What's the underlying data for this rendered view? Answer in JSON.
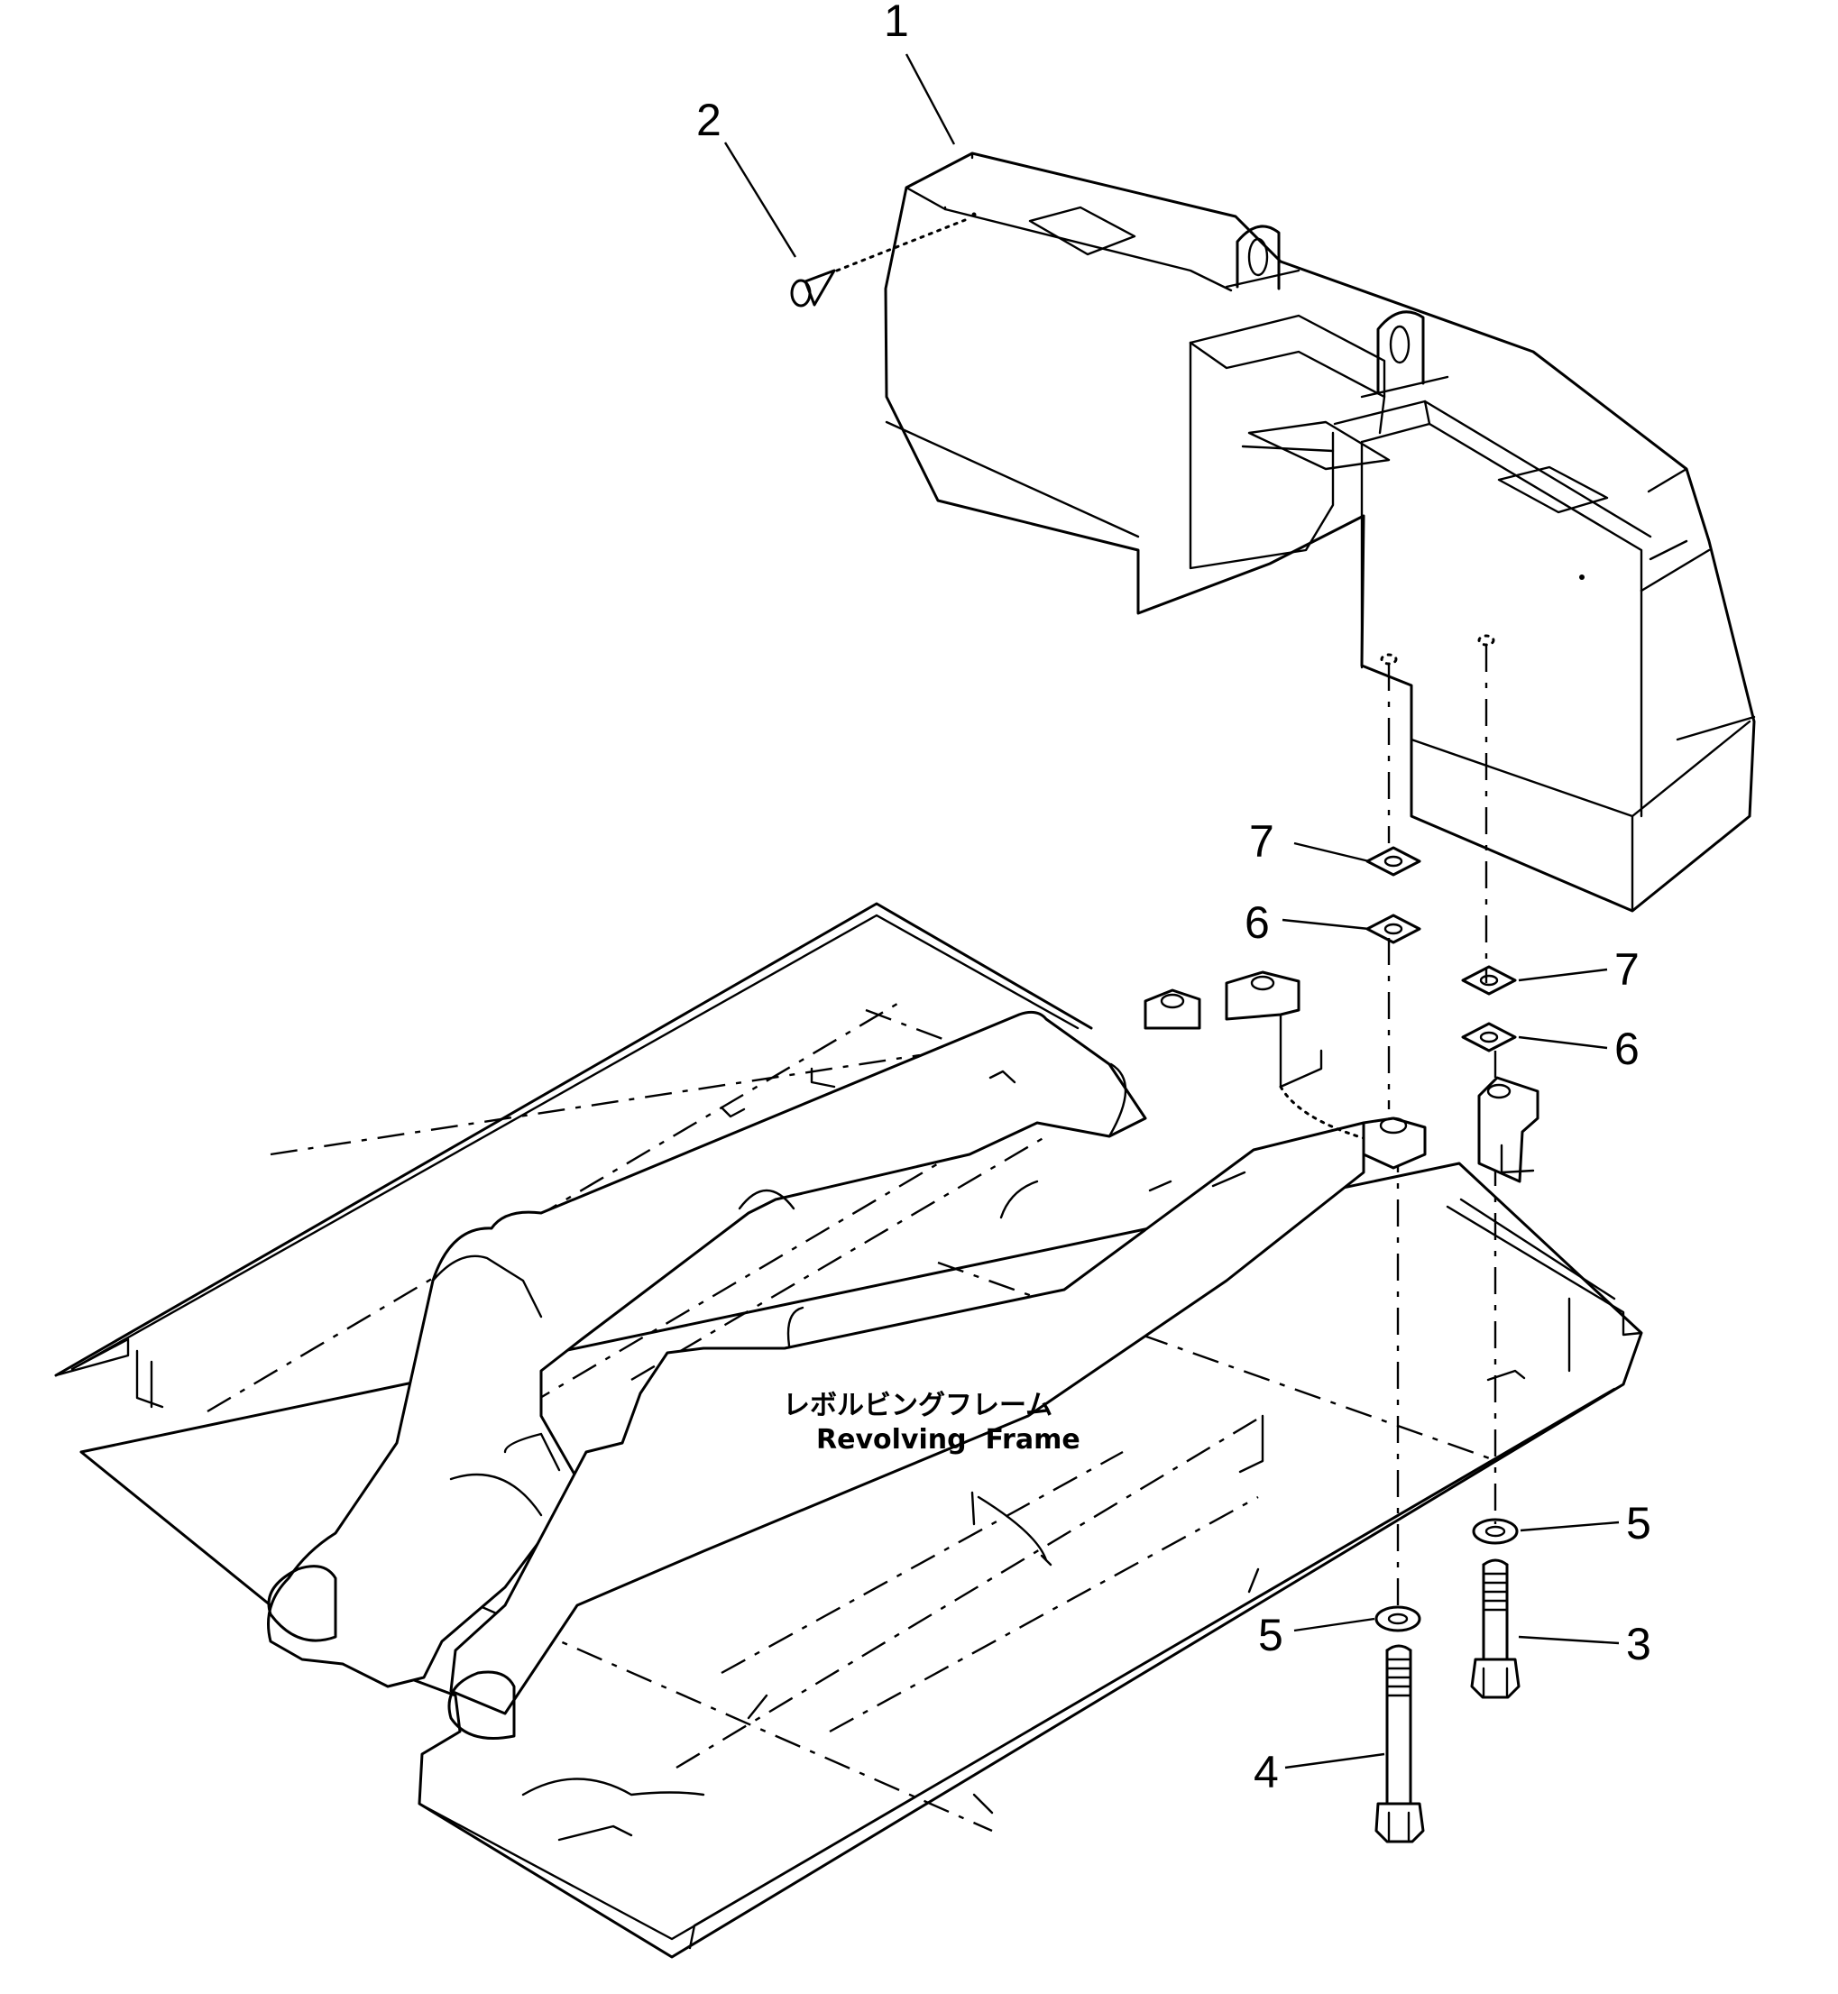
{
  "callouts": {
    "c1": "1",
    "c2": "2",
    "c3": "3",
    "c4": "4",
    "c5a": "5",
    "c5b": "5",
    "c6a": "6",
    "c6b": "6",
    "c7a": "7",
    "c7b": "7"
  },
  "frame_label": {
    "jp": "レボルビングフレーム",
    "en": "Revolving  Frame"
  },
  "parts": {
    "counterweight": "counterweight-body",
    "screw": "screw-icon",
    "bolt_long": "bolt-icon",
    "bolt_short": "bolt-icon",
    "washer": "washer-icon",
    "shim_square": "shim-icon",
    "revolving_frame": "frame-body"
  }
}
